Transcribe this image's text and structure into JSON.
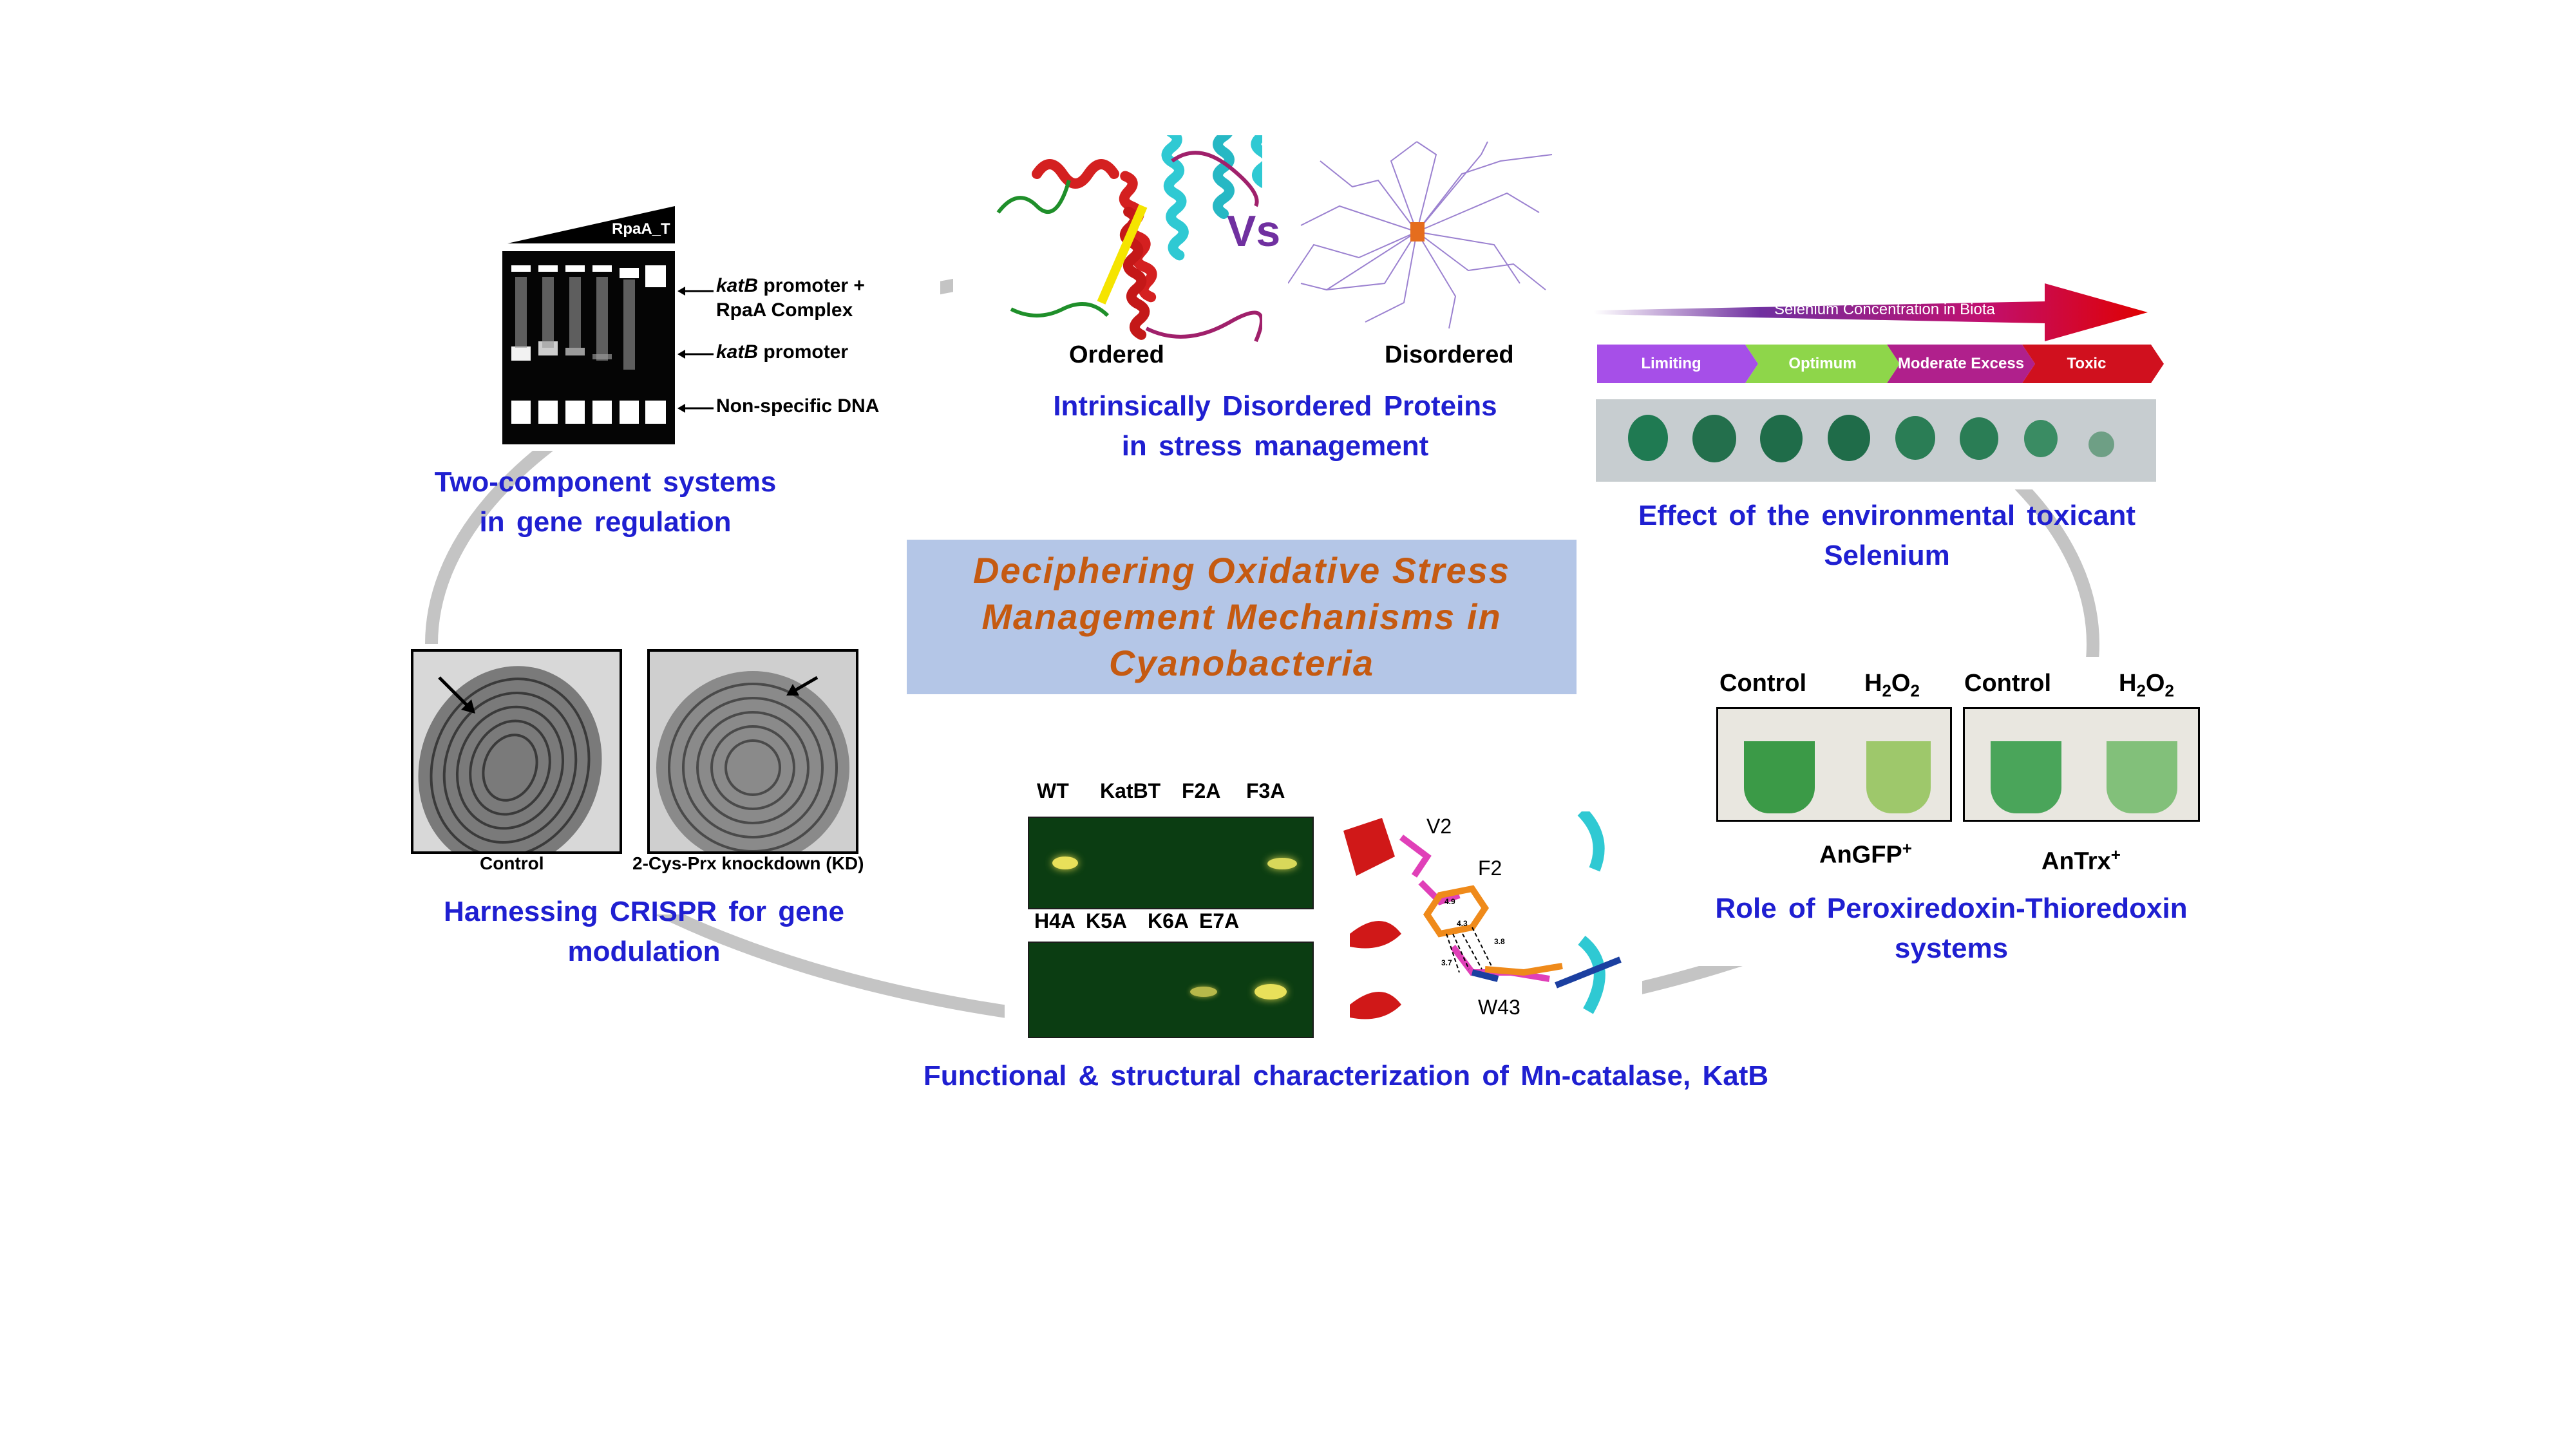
{
  "center": {
    "title": "Deciphering Oxidative Stress Management Mechanisms in Cyanobacteria",
    "title_line1": "Deciphering Oxidative Stress",
    "title_line2": "Management Mechanisms in",
    "title_line3": "Cyanobacteria"
  },
  "idp": {
    "ordered_label": "Ordered",
    "vs_label": "Vs",
    "disordered_label": "Disordered",
    "caption_line1": "Intrinsically Disordered Proteins",
    "caption_line2": "in stress management"
  },
  "tcs": {
    "gradient_label": "RpaA_T",
    "band1_italic": "katB",
    "band1_text": " promoter +",
    "band1_line2": "RpaA Complex",
    "band2_italic": "katB",
    "band2_text": " promoter",
    "band3_text": "Non-specific DNA",
    "caption_line1": "Two-component systems",
    "caption_line2": "in gene regulation"
  },
  "selenium": {
    "arrow_label": "Selenium Concentration in Biota",
    "stages": [
      "Limiting",
      "Optimum",
      "Moderate Excess",
      "Toxic"
    ],
    "caption_line1": "Effect of the environmental toxicant",
    "caption_line2": "Selenium"
  },
  "crispr": {
    "control_label": "Control",
    "kd_label": "2-Cys-Prx knockdown (KD)",
    "caption_line1": "Harnessing CRISPR for gene",
    "caption_line2": "modulation"
  },
  "prx": {
    "label_control_1": "Control",
    "label_h2o2_1": "H",
    "label_control_2": "Control",
    "label_h2o2_2": "H",
    "sub2": "2",
    "o": "O",
    "strain1": "AnGFP",
    "strain2": "AnTrx",
    "sup_plus": "+",
    "caption_line1": "Role of Peroxiredoxin-Thioredoxin",
    "caption_line2": "systems"
  },
  "katb": {
    "lanes_top": [
      "WT",
      "KatBT",
      "F2A",
      "F3A"
    ],
    "lanes_bottom": [
      "H4A",
      "K5A",
      "K6A",
      "E7A"
    ],
    "residues": [
      "V2",
      "F2",
      "W43"
    ],
    "distances": [
      "4.9",
      "4.3",
      "3.8",
      "3.7"
    ],
    "caption": "Functional & structural characterization of Mn-catalase, KatB"
  },
  "colors": {
    "caption_blue": "#1f1fd1",
    "title_orange": "#c55a11",
    "center_box": "#b4c6e7",
    "vs_purple": "#7030a0",
    "cycle_gray": "#c0c0c0"
  }
}
